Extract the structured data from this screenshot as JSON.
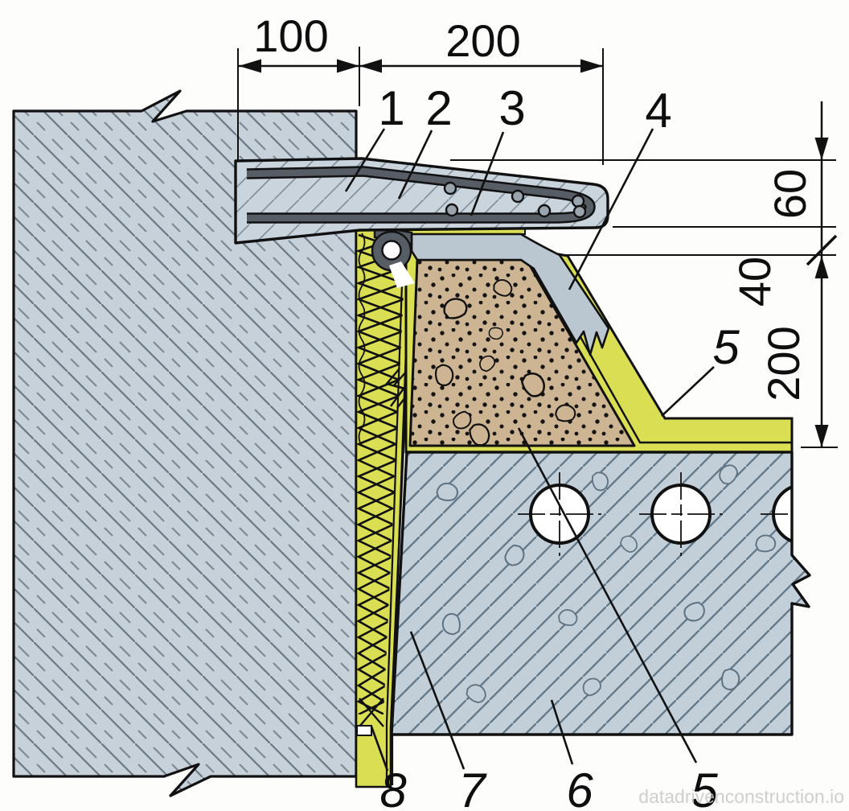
{
  "drawing": {
    "type": "construction-detail-section",
    "description": "Parapet / balcony edge detail with precast coping, drip flashing, insulation, waterproofing membrane, sloped screed and hollow-core slab"
  },
  "dimensions": {
    "top_left": "100",
    "top_right": "200",
    "side_top": "60",
    "side_mid": "40",
    "side_bottom": "200"
  },
  "callouts": {
    "n1": "1",
    "n2": "2",
    "n3": "3",
    "n4": "4",
    "n5_side": "5",
    "n8": "8",
    "n7": "7",
    "n6": "6",
    "n5_bottom": "5"
  },
  "watermark": {
    "text": "datadrivenconstruction.io"
  },
  "colors": {
    "concrete_wall": "#c6d1da",
    "concrete_coping": "#c9d4dd",
    "concrete_slab": "#c2cfd9",
    "mortar": "#bac7d1",
    "metal": "#565d64",
    "membrane_yellow": "#d9de52",
    "screed_tan": "#cdb493",
    "outline": "#111111"
  }
}
